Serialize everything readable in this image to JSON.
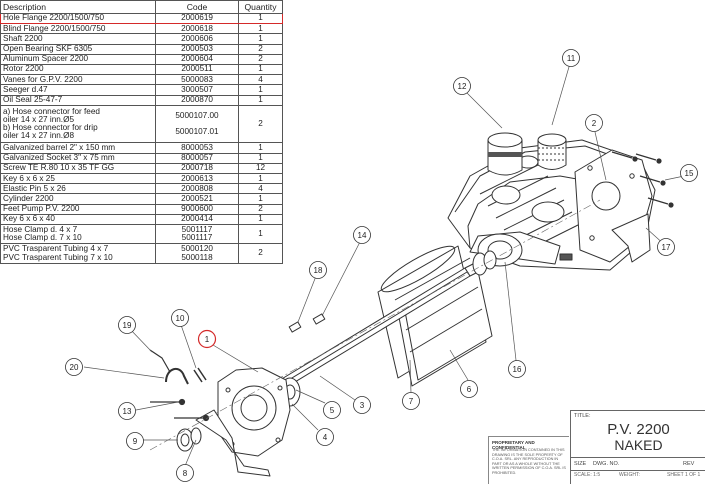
{
  "bom": {
    "headers": {
      "description": "Description",
      "code": "Code",
      "quantity": "Quantity"
    },
    "rows": [
      {
        "description": "Hole Flange 2200/1500/750",
        "code": "2000619",
        "quantity": "1",
        "highlighted": true
      },
      {
        "description": "Blind Flange 2200/1500/750",
        "code": "2000618",
        "quantity": "1"
      },
      {
        "description": "Shaft 2200",
        "code": "2000606",
        "quantity": "1"
      },
      {
        "description": "Open Bearing SKF 6305",
        "code": "2000503",
        "quantity": "2"
      },
      {
        "description": "Aluminum Spacer 2200",
        "code": "2000604",
        "quantity": "2"
      },
      {
        "description": "Rotor 2200",
        "code": "2000511",
        "quantity": "1"
      },
      {
        "description": "Vanes for G.P.V. 2200",
        "code": "5000083",
        "quantity": "4"
      },
      {
        "description": "Seeger d.47",
        "code": "3000507",
        "quantity": "1"
      },
      {
        "description": "Oil Seal 25-47-7",
        "code": "2000870",
        "quantity": "1"
      },
      {
        "description": "a) Hose connector for feed\noiler 14 x 27 inn.Ø5\nb) Hose connector for drip\noiler 14 x 27 inn.Ø8",
        "code": "5000107.00\n\n5000107.01",
        "quantity": "2",
        "tall": 4
      },
      {
        "description": "Galvanized barrel 2\" x 150 mm",
        "code": "8000053",
        "quantity": "1"
      },
      {
        "description": "Galvanized Socket 3\" x 75 mm",
        "code": "8000057",
        "quantity": "1"
      },
      {
        "description": "Screw TE R.80 10 x 35 TF GG",
        "code": "2000718",
        "quantity": "12"
      },
      {
        "description": "Key 6 x 6 x 25",
        "code": "2000613",
        "quantity": "1"
      },
      {
        "description": "Elastic Pin 5 x 26",
        "code": "2000808",
        "quantity": "4"
      },
      {
        "description": "Cylinder 2200",
        "code": "2000521",
        "quantity": "1"
      },
      {
        "description": "Feet Pump P.V. 2200",
        "code": "9000600",
        "quantity": "2"
      },
      {
        "description": "Key 6 x 6 x 40",
        "code": "2000414",
        "quantity": "1"
      },
      {
        "description": "Hose Clamp d. 4 x 7\nHose Clamp d. 7 x 10",
        "code": "5001117\n5001117",
        "quantity": "1",
        "tall": 2
      },
      {
        "description": "PVC Trasparent Tubing 4 x 7\nPVC Trasparent Tubing 7 x 10",
        "code": "5000120\n5000118",
        "quantity": "2",
        "tall": 2
      }
    ]
  },
  "callouts": [
    "1",
    "2",
    "3",
    "4",
    "5",
    "6",
    "7",
    "8",
    "9",
    "10",
    "11",
    "12",
    "13",
    "14",
    "15",
    "16",
    "17",
    "18",
    "19",
    "20"
  ],
  "title_block": {
    "label": "TITLE:",
    "line1": "P.V. 2200",
    "line2": "NAKED",
    "size_label": "SIZE",
    "dwg_label": "DWG. NO.",
    "rev_label": "REV",
    "scale_label": "SCALE: 1:5",
    "weight_label": "WEIGHT:",
    "sheet_label": "SHEET 1 OF 1"
  },
  "notice": {
    "title": "PROPRIETARY AND CONFIDENTIAL",
    "text": "THE INFORMATION CONTAINED IN THIS DRAWING IS THE SOLE PROPERTY OF C.O.A. SRL. ANY REPRODUCTION IN PART OR AS A WHOLE WITHOUT THE WRITTEN PERMISSION OF C.O.A. SRL IS PROHIBITED."
  },
  "colors": {
    "highlight": "#d42a2a",
    "line": "#333333",
    "leader": "#555555"
  }
}
